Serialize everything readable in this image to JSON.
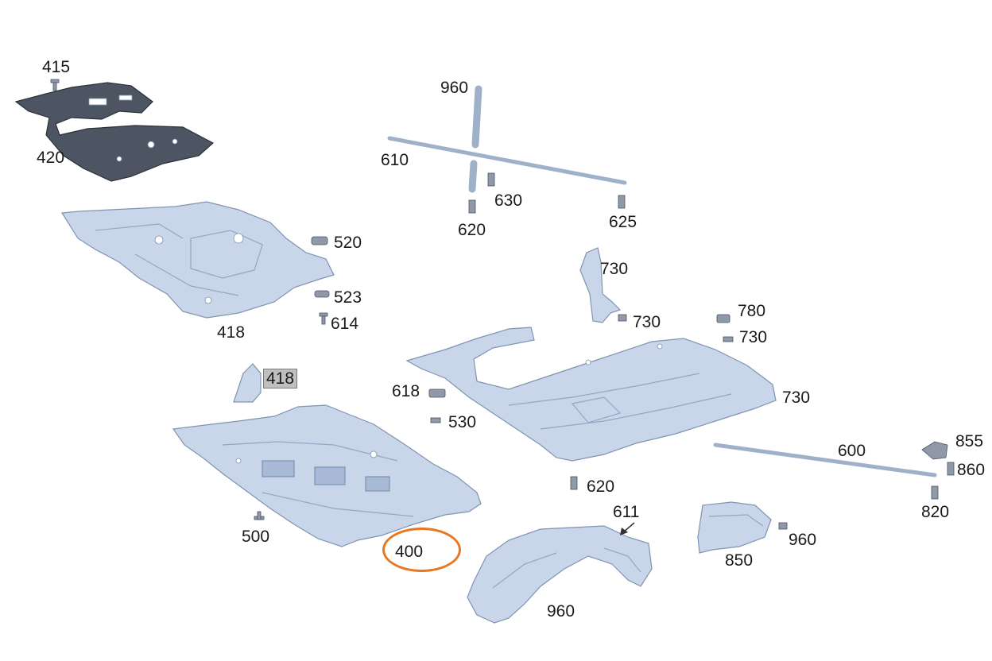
{
  "diagram": {
    "highlight_color": "#e87722",
    "labels": {
      "l415": "415",
      "l420": "420",
      "l418_top": "418",
      "l520": "520",
      "l523": "523",
      "l614": "614",
      "l418_boxed": "418",
      "l500": "500",
      "l400": "400",
      "l960_top": "960",
      "l610": "610",
      "l630": "630",
      "l620_top": "620",
      "l625": "625",
      "l730_bracket": "730",
      "l730_bolt": "730",
      "l780": "780",
      "l730_right": "730",
      "l730_panel": "730",
      "l618": "618",
      "l530": "530",
      "l600": "600",
      "l855": "855",
      "l860": "860",
      "l820": "820",
      "l620_bottom": "620",
      "l611": "611",
      "l960_bottom": "960",
      "l850": "850",
      "l960_right": "960"
    }
  }
}
